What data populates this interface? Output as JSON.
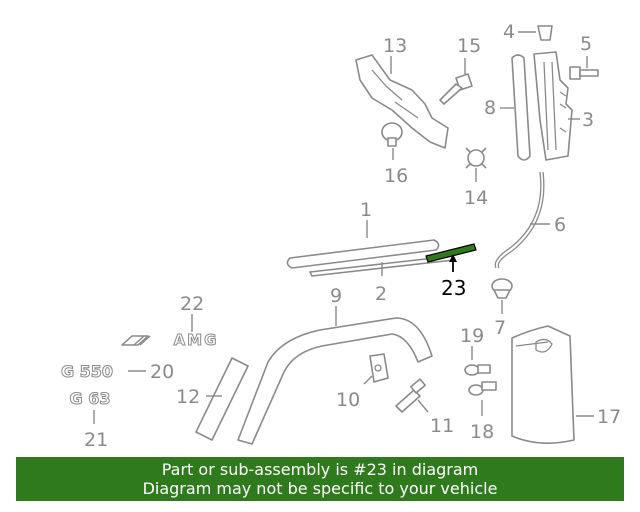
{
  "callouts": {
    "c1": "1",
    "c2": "2",
    "c3": "3",
    "c4": "4",
    "c5": "5",
    "c6": "6",
    "c7": "7",
    "c8": "8",
    "c9": "9",
    "c10": "10",
    "c11": "11",
    "c12": "12",
    "c13": "13",
    "c14": "14",
    "c15": "15",
    "c16": "16",
    "c17": "17",
    "c18": "18",
    "c19": "19",
    "c20": "20",
    "c21": "21",
    "c22": "22",
    "c23": "23"
  },
  "emblems": {
    "amg": "AMG",
    "g550": "G 550",
    "g63": "G 63"
  },
  "highlighted_part": "23",
  "colors": {
    "highlight_part": "#2f7a1d",
    "banner_bg": "#2f7a1d",
    "banner_text": "#ffffff",
    "line_art": "#8a8a8a"
  },
  "banner": {
    "line1": "Part or sub-assembly is #23 in diagram",
    "line2": "Diagram may not be specific to your vehicle"
  }
}
